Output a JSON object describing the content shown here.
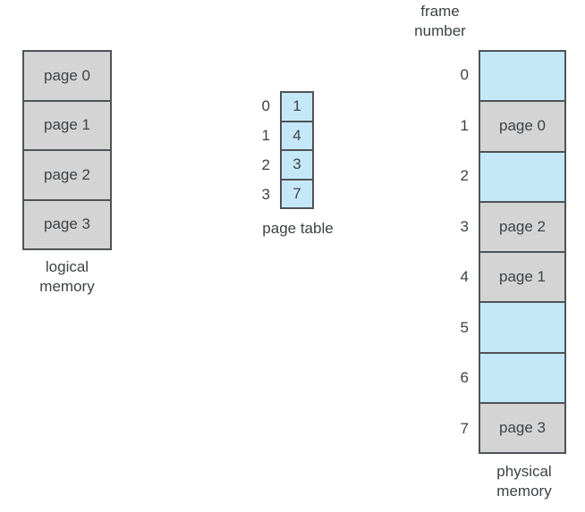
{
  "logical_memory": {
    "label": "logical memory",
    "cells": [
      "page 0",
      "page 1",
      "page 2",
      "page 3"
    ]
  },
  "page_table": {
    "label": "page table",
    "entries": [
      {
        "index": "0",
        "value": "1"
      },
      {
        "index": "1",
        "value": "4"
      },
      {
        "index": "2",
        "value": "3"
      },
      {
        "index": "3",
        "value": "7"
      }
    ]
  },
  "physical_memory": {
    "column_label": "frame number",
    "label": "physical memory",
    "frames": [
      {
        "number": "0",
        "content": "",
        "state": "free"
      },
      {
        "number": "1",
        "content": "page 0",
        "state": "used"
      },
      {
        "number": "2",
        "content": "",
        "state": "free"
      },
      {
        "number": "3",
        "content": "page 2",
        "state": "used"
      },
      {
        "number": "4",
        "content": "page 1",
        "state": "used"
      },
      {
        "number": "5",
        "content": "",
        "state": "free"
      },
      {
        "number": "6",
        "content": "",
        "state": "free"
      },
      {
        "number": "7",
        "content": "page 3",
        "state": "used"
      }
    ]
  },
  "colors": {
    "free_fill": "#c5e8f8",
    "used_fill": "#d4d4d4",
    "border": "#4e5357",
    "text": "#3e4245"
  }
}
